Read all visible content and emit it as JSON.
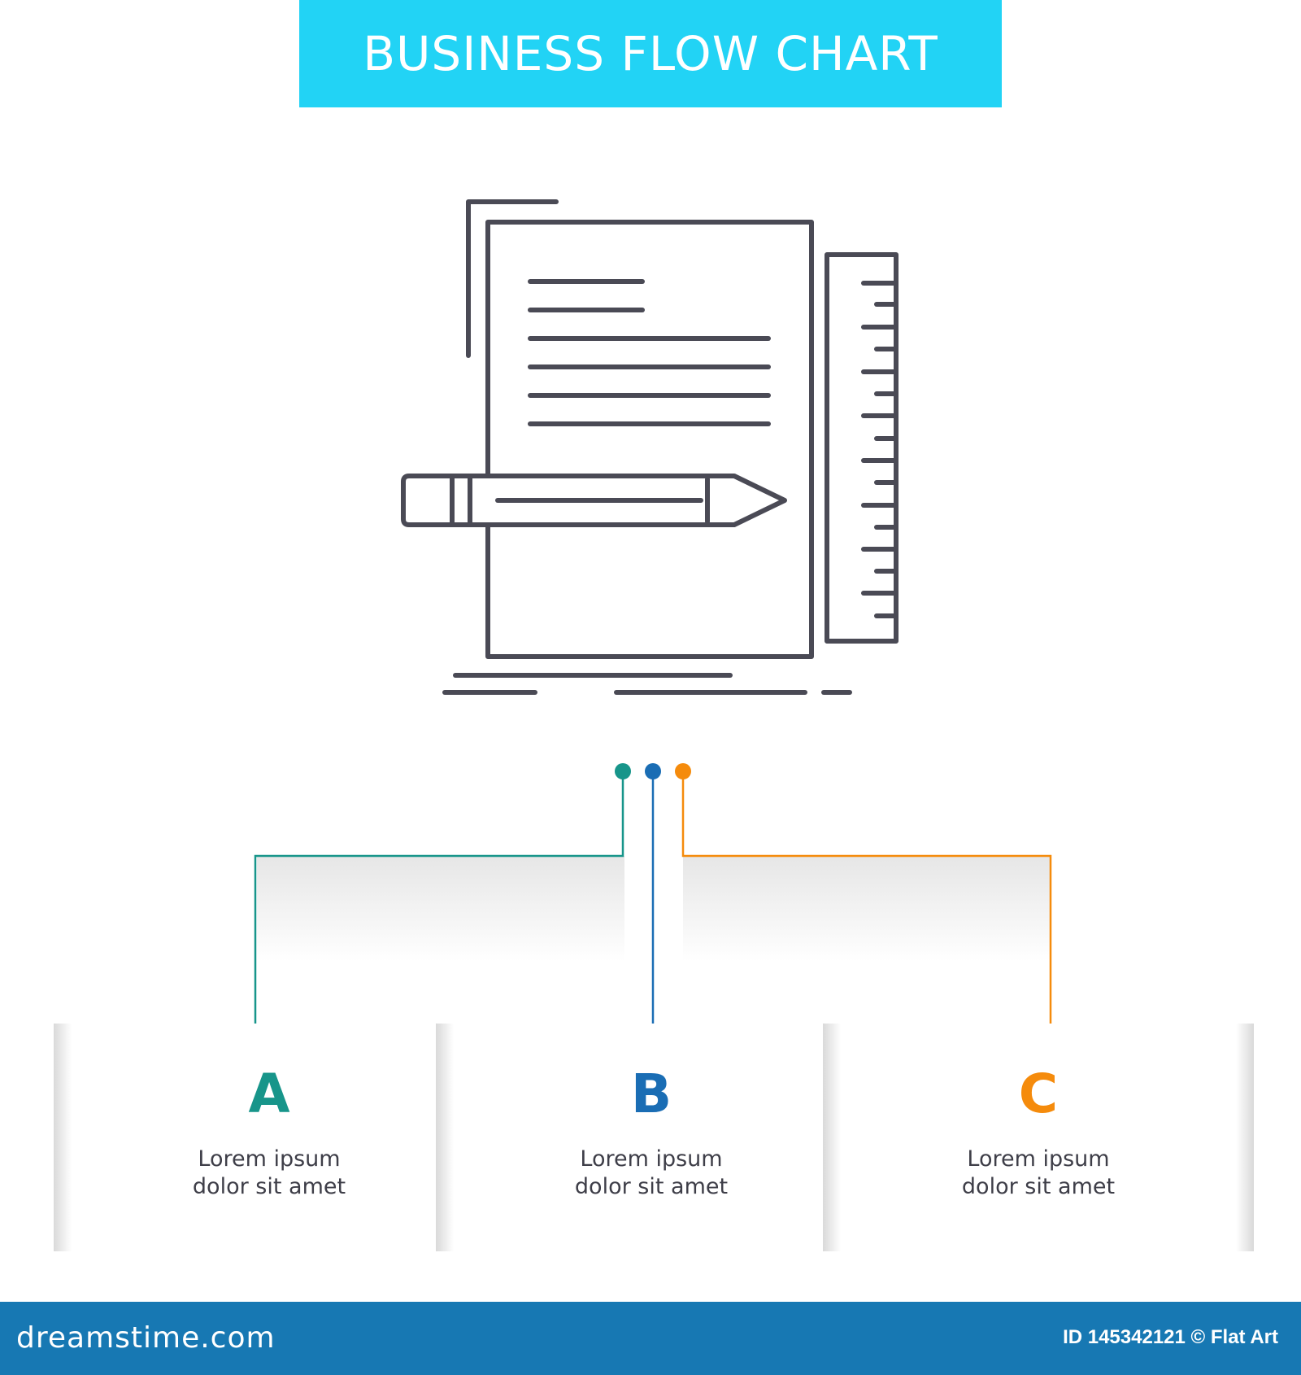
{
  "title": "BUSINESS FLOW CHART",
  "icon": "document-pencil-ruler-icon",
  "colors": {
    "banner": "#22d3f5",
    "a": "#17958a",
    "b": "#1a6db4",
    "c": "#f58b0c",
    "footer": "#1778b3",
    "line_art": "#4a4a55"
  },
  "options": [
    {
      "letter": "A",
      "text_line1": "Lorem ipsum",
      "text_line2": "dolor sit amet"
    },
    {
      "letter": "B",
      "text_line1": "Lorem ipsum",
      "text_line2": "dolor sit amet"
    },
    {
      "letter": "C",
      "text_line1": "Lorem ipsum",
      "text_line2": "dolor sit amet"
    }
  ],
  "footer": {
    "brand": "dreamstime.com",
    "id_text": "ID 145342121 © Flat Art"
  }
}
